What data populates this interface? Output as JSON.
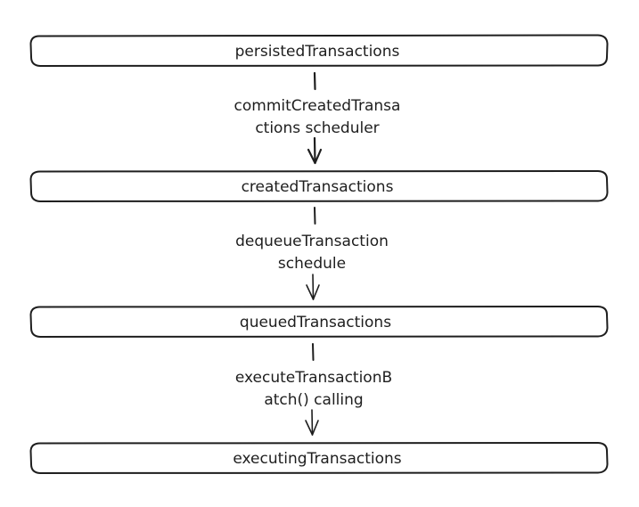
{
  "diagram": {
    "nodes": [
      {
        "id": "persisted",
        "label": "persistedTransactions"
      },
      {
        "id": "created",
        "label": "createdTransactions"
      },
      {
        "id": "queued",
        "label": "queuedTransactions"
      },
      {
        "id": "executing",
        "label": "executingTransactions"
      }
    ],
    "edges": [
      {
        "from": "persisted",
        "to": "created",
        "label_lines": [
          "commitCreatedTransa",
          "ctions scheduler"
        ]
      },
      {
        "from": "created",
        "to": "queued",
        "label_lines": [
          "dequeueTransaction",
          "schedule"
        ]
      },
      {
        "from": "queued",
        "to": "executing",
        "label_lines": [
          "executeTransactionB",
          "atch() calling"
        ]
      }
    ],
    "colors": {
      "stroke": "#1e1e1e",
      "text": "#1e1e1e",
      "background": "#ffffff"
    }
  }
}
